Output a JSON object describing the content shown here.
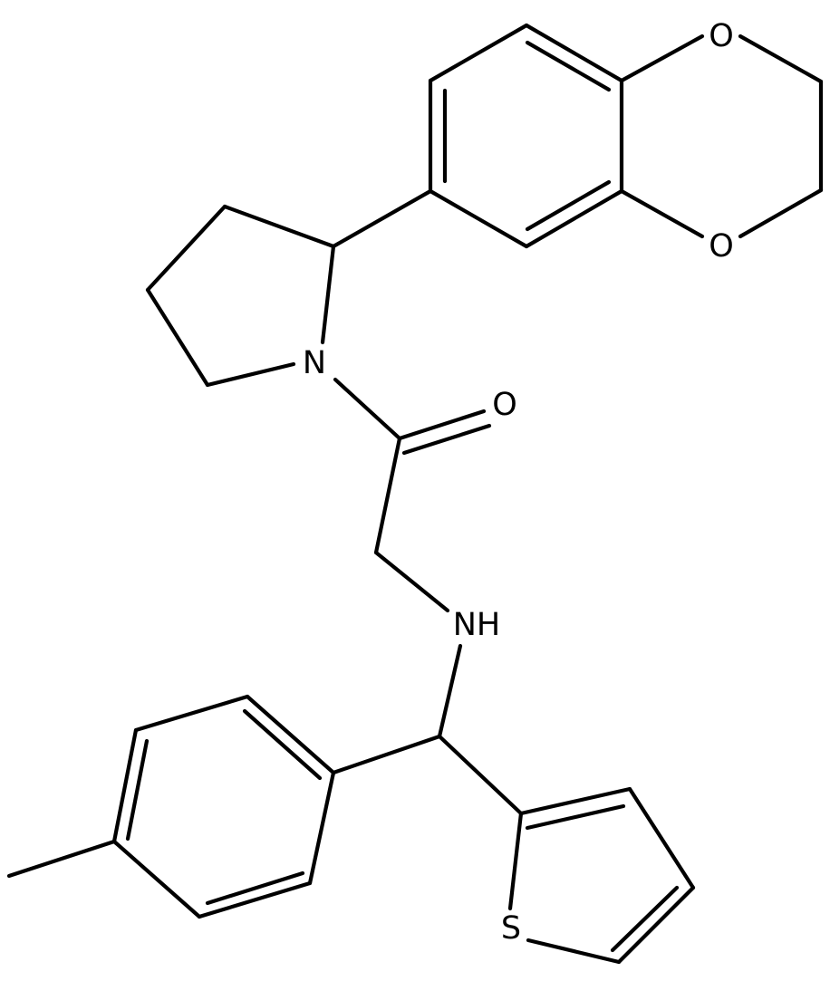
{
  "atoms": {
    "o_top": "O",
    "o_bottom": "O",
    "n_ring": "N",
    "o_carbonyl": "O",
    "nh": "NH",
    "s": "S"
  },
  "colors": {
    "bond": "#000000",
    "label": "#000000",
    "background": "#ffffff"
  }
}
